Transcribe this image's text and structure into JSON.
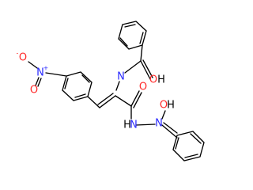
{
  "molecule": {
    "atom_labels": {
      "nitro_n": "N",
      "nitro_n_charge": "+",
      "nitro_o_left": "O",
      "nitro_o_left_charge": "-",
      "nitro_o_bottom": "O",
      "amide_n": "N",
      "amide_o": "O",
      "amide_h": "H",
      "carbonyl_o": "O",
      "hydrazide_n1": "N",
      "hydrazide_n2": "N",
      "hydrazide_h": "H",
      "hydrazide_o": "O",
      "hydrazide_oh_h": "H"
    },
    "colors": {
      "bond": "#000000",
      "nitrogen": "#2a2aff",
      "oxygen": "#ff2a2a"
    }
  }
}
